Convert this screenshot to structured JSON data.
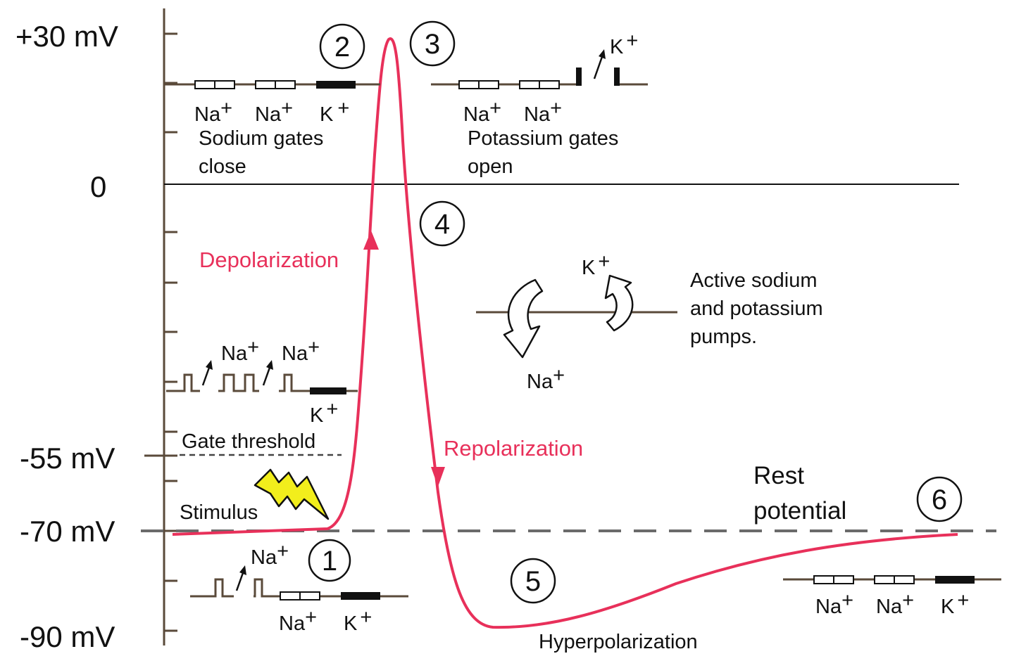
{
  "y_axis": {
    "ticks": [
      "+30 mV",
      "0",
      "-55 mV",
      "-70 mV",
      "-90 mV"
    ]
  },
  "phases": {
    "depolarization": "Depolarization",
    "repolarization": "Repolarization",
    "hyperpolarization": "Hyperpolarization",
    "rest_line1": "Rest",
    "rest_line2": "potential",
    "gate_threshold": "Gate threshold",
    "stimulus": "Stimulus"
  },
  "steps": [
    "1",
    "2",
    "3",
    "4",
    "5",
    "6"
  ],
  "captions": {
    "sodium_gates_line1": "Sodium gates",
    "sodium_gates_line2": "close",
    "potassium_gates_line1": "Potassium gates",
    "potassium_gates_line2": "open",
    "pumps_line1": "Active sodium",
    "pumps_line2": "and potassium",
    "pumps_line3": "pumps."
  },
  "ions": {
    "na": "Na",
    "k": "K",
    "plus": "+"
  },
  "colors": {
    "curve": "#e8305a",
    "axis": "#5a4a3a",
    "gate_open": "#ffffff",
    "gate_closed": "#111111",
    "stimulus": "#f2ee1c",
    "rest_line": "#6b6b6b"
  }
}
